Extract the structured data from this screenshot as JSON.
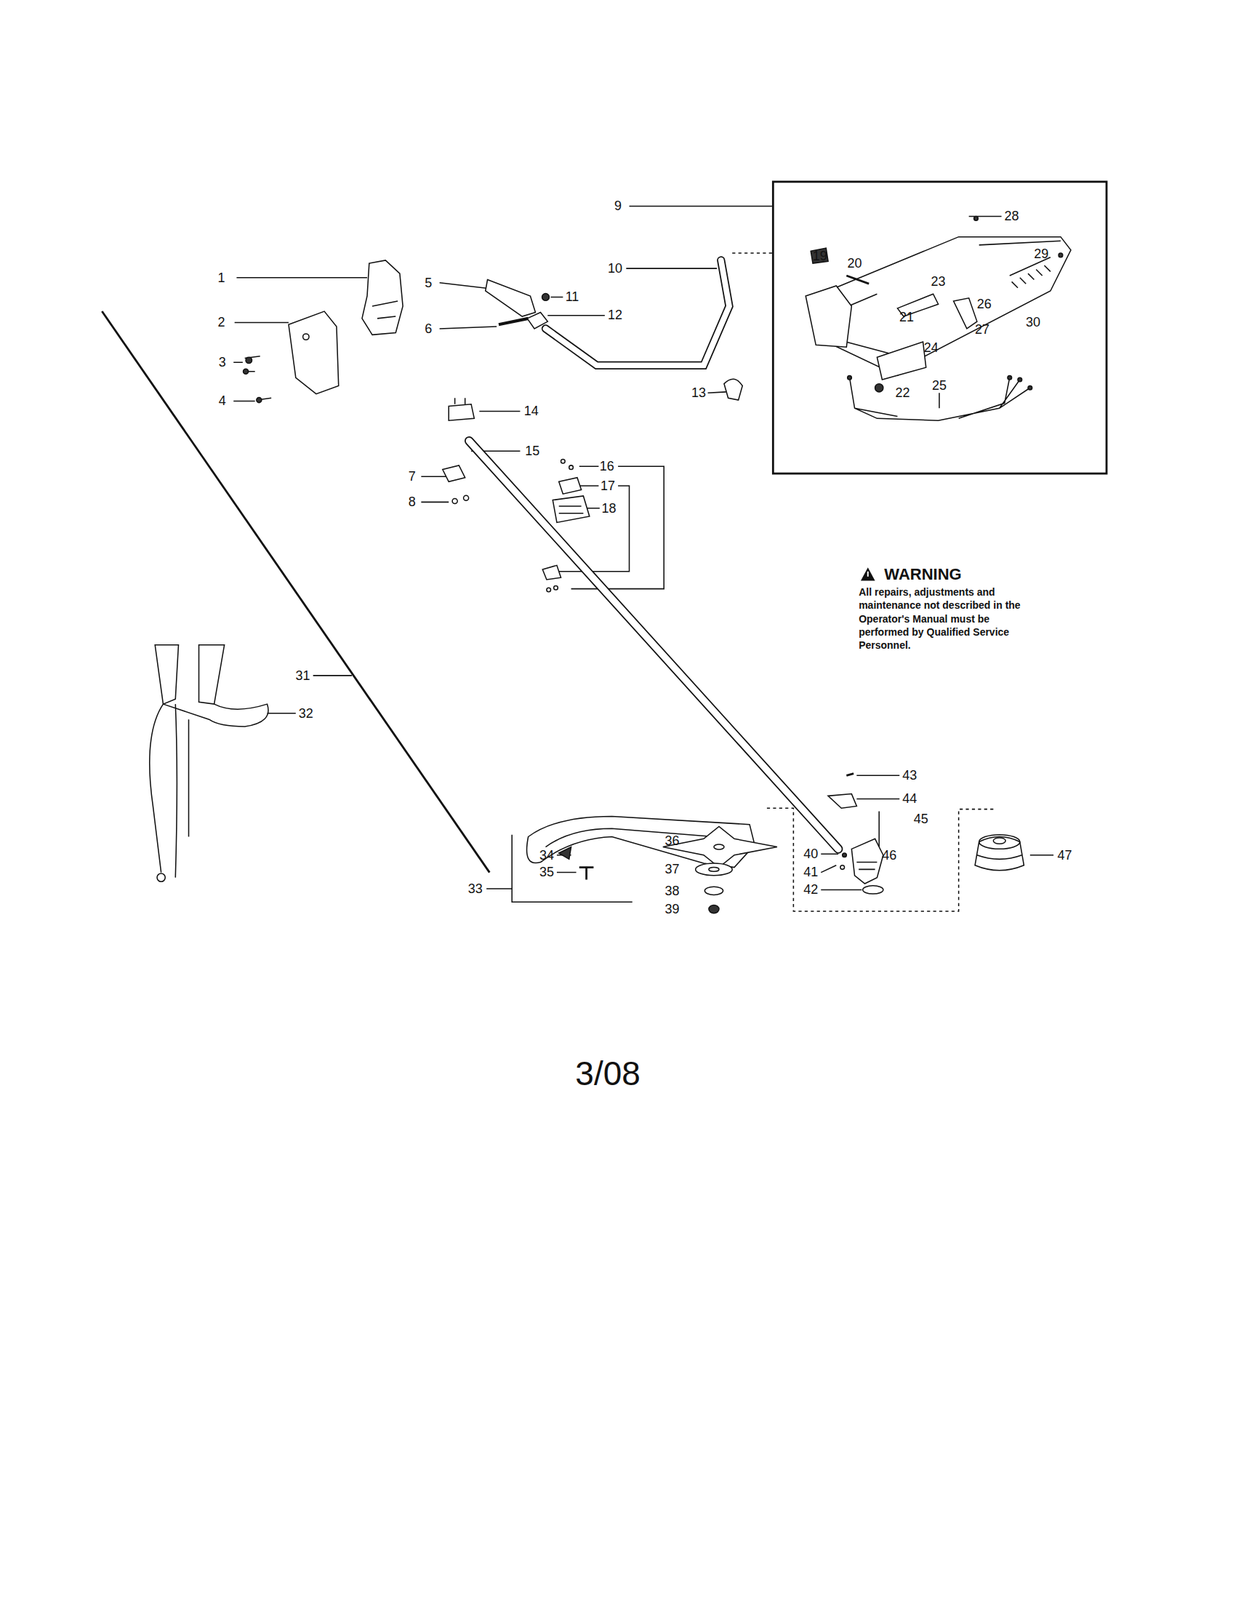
{
  "diagram": {
    "labels": [
      "1",
      "2",
      "3",
      "4",
      "5",
      "6",
      "7",
      "8",
      "9",
      "10",
      "11",
      "12",
      "13",
      "14",
      "15",
      "16",
      "17",
      "18",
      "19",
      "20",
      "21",
      "22",
      "23",
      "24",
      "25",
      "26",
      "27",
      "28",
      "29",
      "30",
      "31",
      "32",
      "33",
      "34",
      "35",
      "36",
      "37",
      "38",
      "39",
      "40",
      "41",
      "42",
      "43",
      "44",
      "45",
      "46",
      "47",
      "WARNING",
      "All repairs, adjustments and maintenance not described in the Operator's Manual must be performed by Qualified Service Personnel.",
      "3/08"
    ]
  }
}
